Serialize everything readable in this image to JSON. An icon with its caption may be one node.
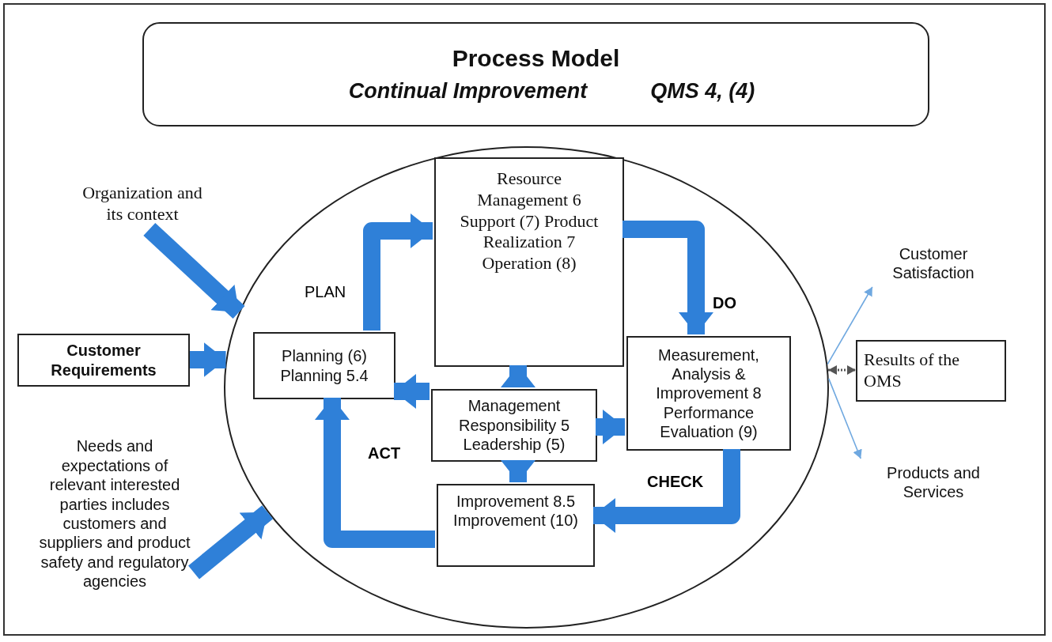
{
  "diagram": {
    "nodes": [
      {
        "text": [
          "Process Model",
          "Continual Improvement",
          "QMS 4, (4)"
        ]
      },
      {
        "text": [],
        "shape": "circle"
      },
      {
        "text": [
          "Organization and its context"
        ]
      },
      {
        "text": [
          "Customer Requirements"
        ]
      },
      {
        "text": [
          "Needs and expectations of relevant interested parties includes customers and suppliers and product safety and regulatory agencies"
        ]
      },
      {
        "text": [
          "Resource Management 6 Support (7) Product Realization 7 Operation (8)"
        ],
        "in": 1
      },
      {
        "text": [
          "Planning (6) Planning 5.4"
        ],
        "in": 1
      },
      {
        "text": [
          "Management Responsibility 5 Leadership (5)"
        ],
        "in": 1
      },
      {
        "text": [
          "Measurement, Analysis & Improvement 8 Performance Evaluation (9)"
        ],
        "in": 1
      },
      {
        "text": [
          "Improvement 8.5 Improvement (10)"
        ],
        "in": 1
      },
      {
        "text": [
          "Customer Satisfaction"
        ]
      },
      {
        "text": [
          "Results of the OMS"
        ]
      },
      {
        "text": [
          "Products and Services"
        ]
      }
    ],
    "edges": [
      {
        "from": 2,
        "to": 1,
        "arrow": "to"
      },
      {
        "from": 3,
        "to": 1,
        "arrow": "to"
      },
      {
        "from": 4,
        "to": 1,
        "arrow": "to"
      },
      {
        "from": 7,
        "to": 5,
        "arrow": "to"
      },
      {
        "from": 7,
        "to": 6,
        "arrow": "to"
      },
      {
        "from": 7,
        "to": 8,
        "arrow": "to"
      },
      {
        "from": 7,
        "to": 9,
        "arrow": "to"
      },
      {
        "from": 6,
        "to": 5,
        "arrow": "to",
        "label": "PLAN"
      },
      {
        "from": 5,
        "to": 8,
        "arrow": "to",
        "label": "DO"
      },
      {
        "from": 8,
        "to": 9,
        "arrow": "to",
        "label": "CHECK"
      },
      {
        "from": 9,
        "to": 6,
        "arrow": "to",
        "label": "ACT"
      },
      {
        "from": 1,
        "to": 10,
        "arrow": "to",
        "color": "#6fa8e0"
      },
      {
        "from": 1,
        "to": 12,
        "arrow": "to",
        "color": "#6fa8e0"
      },
      {
        "from": 1,
        "to": 11,
        "arrow": "both",
        "style": "dashed",
        "color": "#555555"
      }
    ]
  }
}
